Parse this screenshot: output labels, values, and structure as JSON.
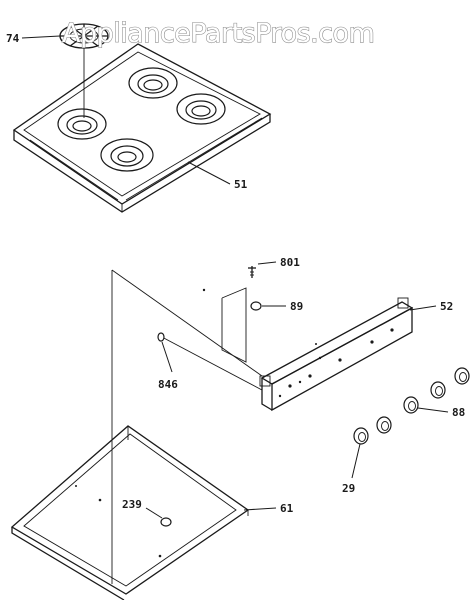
{
  "watermark": "AppliancePartsPros.com",
  "callouts": {
    "grate": "74",
    "cooktop": "51",
    "screw": "801",
    "clip": "89",
    "manifold_panel": "52",
    "spring": "846",
    "knob_large": "88",
    "knob_small": "29",
    "grommet": "239",
    "burner_box": "61"
  }
}
